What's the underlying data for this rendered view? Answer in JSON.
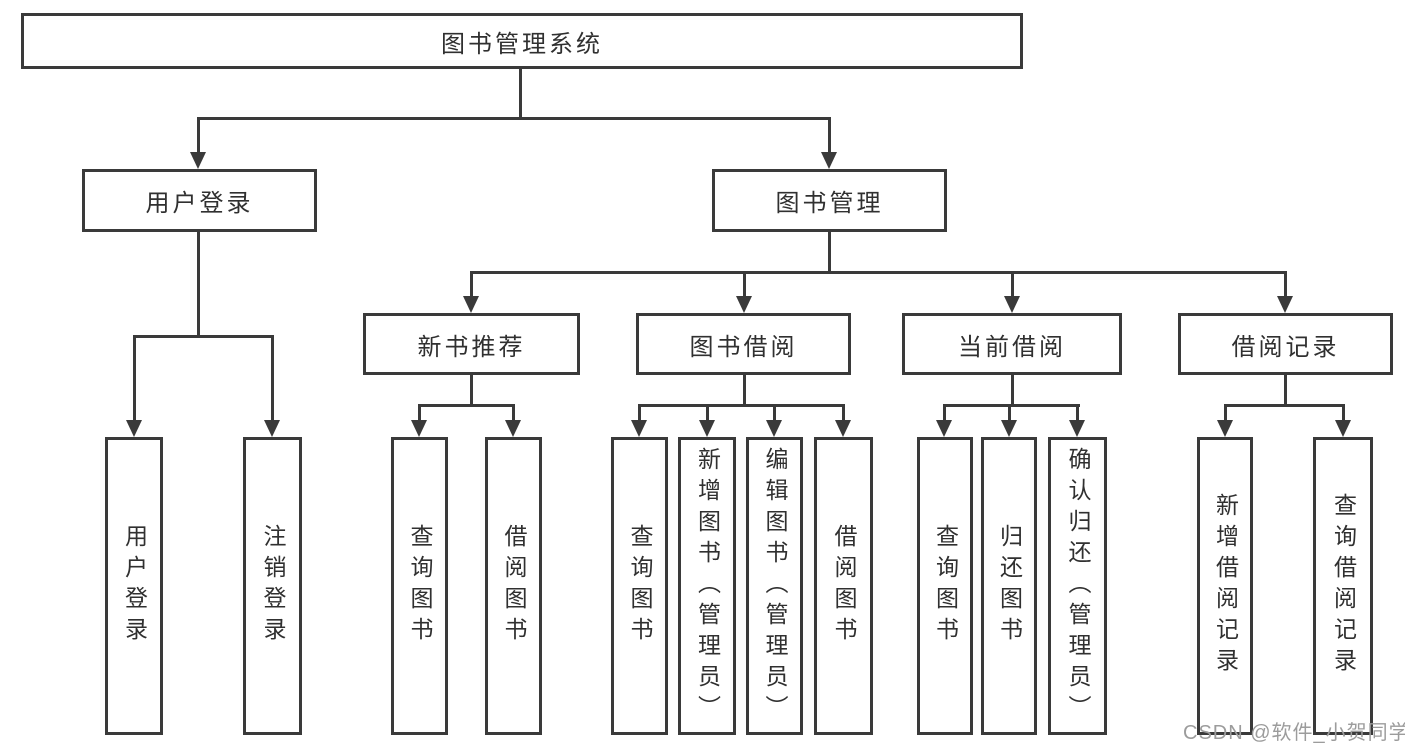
{
  "diagram": {
    "title": "图书管理系统",
    "type": "hierarchy-tree",
    "colors": {
      "line": "#3a3a3a",
      "box_border": "#3a3a3a",
      "box_fill": "#ffffff",
      "text": "#303030",
      "watermark": "#9c9c9c",
      "background": "#ffffff"
    },
    "nodes": {
      "root": {
        "label": "图书管理系统"
      },
      "user_login": {
        "label": "用户登录"
      },
      "book_mgmt": {
        "label": "图书管理"
      },
      "new_book_rec": {
        "label": "新书推荐"
      },
      "book_borrow": {
        "label": "图书借阅"
      },
      "current_borrow": {
        "label": "当前借阅"
      },
      "borrow_records": {
        "label": "借阅记录"
      },
      "leaf_user_login": {
        "label": "用户登录"
      },
      "leaf_logout": {
        "label": "注销登录"
      },
      "leaf_nbr_query": {
        "label": "查询图书"
      },
      "leaf_nbr_borrow": {
        "label": "借阅图书"
      },
      "leaf_bb_query": {
        "label": "查询图书"
      },
      "leaf_bb_add": {
        "label": "新增图书（管理员）"
      },
      "leaf_bb_edit": {
        "label": "编辑图书（管理员）"
      },
      "leaf_bb_borrow": {
        "label": "借阅图书"
      },
      "leaf_cb_query": {
        "label": "查询图书"
      },
      "leaf_cb_return": {
        "label": "归还图书"
      },
      "leaf_cb_confirm": {
        "label": "确认归还（管理员）"
      },
      "leaf_br_add": {
        "label": "新增借阅记录"
      },
      "leaf_br_query": {
        "label": "查询借阅记录"
      }
    },
    "hierarchy": {
      "图书管理系统": {
        "用户登录": [
          "用户登录",
          "注销登录"
        ],
        "图书管理": {
          "新书推荐": [
            "查询图书",
            "借阅图书"
          ],
          "图书借阅": [
            "查询图书",
            "新增图书（管理员）",
            "编辑图书（管理员）",
            "借阅图书"
          ],
          "当前借阅": [
            "查询图书",
            "归还图书",
            "确认归还（管理员）"
          ],
          "借阅记录": [
            "新增借阅记录",
            "查询借阅记录"
          ]
        }
      }
    }
  },
  "watermark": {
    "text": "CSDN @软件_小贺同学"
  }
}
